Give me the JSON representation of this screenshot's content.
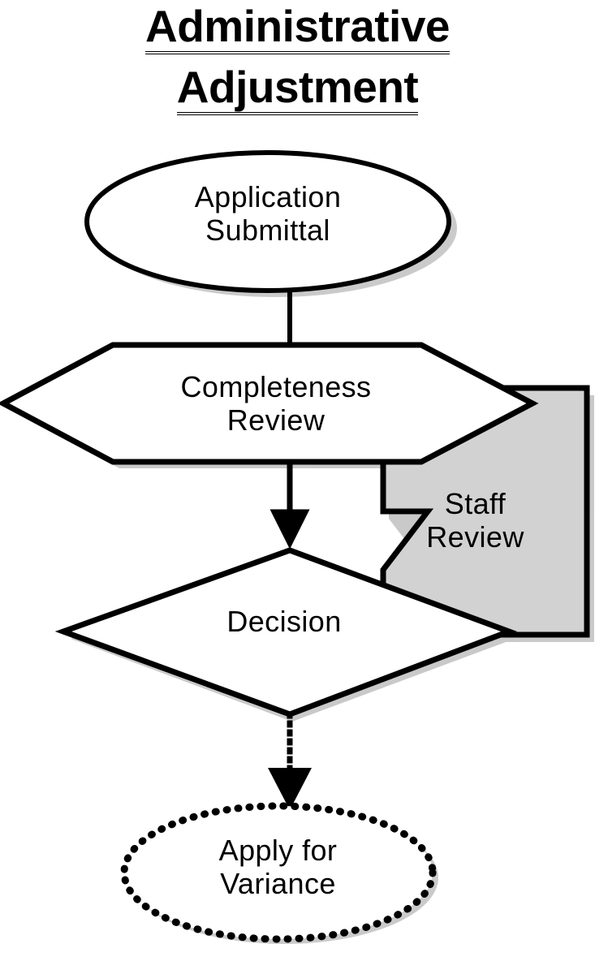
{
  "title": {
    "line1": "Administrative",
    "line2": "Adjustment",
    "full": "Administrative Adjustment"
  },
  "colors": {
    "stroke": "#000000",
    "fill": "#ffffff",
    "shadow": "#a8a8a8",
    "staff_review_fill": "#d2d2d2",
    "background": "#ffffff"
  },
  "diagram": {
    "type": "flowchart",
    "orientation": "top-to-bottom",
    "nodes": [
      {
        "id": "application-submittal",
        "label_line1": "Application",
        "label_line2": "Submittal",
        "label": "Application Submittal",
        "shape": "ellipse",
        "border": "solid",
        "fill": "white",
        "shadow": true
      },
      {
        "id": "completeness-review",
        "label_line1": "Completeness",
        "label_line2": "Review",
        "label": "Completeness Review",
        "shape": "hexagon",
        "border": "solid",
        "fill": "white",
        "shadow": true
      },
      {
        "id": "staff-review",
        "label_line1": "Staff",
        "label_line2": "Review",
        "label": "Staff Review",
        "shape": "notched-rectangle",
        "border": "solid",
        "fill": "gray",
        "shadow": true
      },
      {
        "id": "decision",
        "label_line1": "Decision",
        "label_line2": "",
        "label": "Decision",
        "shape": "diamond",
        "border": "solid",
        "fill": "white",
        "shadow": true
      },
      {
        "id": "apply-for-variance",
        "label_line1": "Apply for",
        "label_line2": "Variance",
        "label": "Apply for Variance",
        "shape": "ellipse",
        "border": "dotted",
        "fill": "white",
        "shadow": true
      }
    ],
    "connectors": [
      {
        "id": "application-submittal-to-completeness-review",
        "from": "application-submittal",
        "to": "completeness-review",
        "style": "solid",
        "arrowhead": "none"
      },
      {
        "id": "completeness-review-to-decision",
        "from": "completeness-review",
        "to": "decision",
        "style": "solid",
        "arrowhead": "filled-triangle"
      },
      {
        "id": "decision-to-apply-for-variance",
        "from": "decision",
        "to": "apply-for-variance",
        "style": "dotted",
        "arrowhead": "filled-triangle"
      }
    ]
  }
}
